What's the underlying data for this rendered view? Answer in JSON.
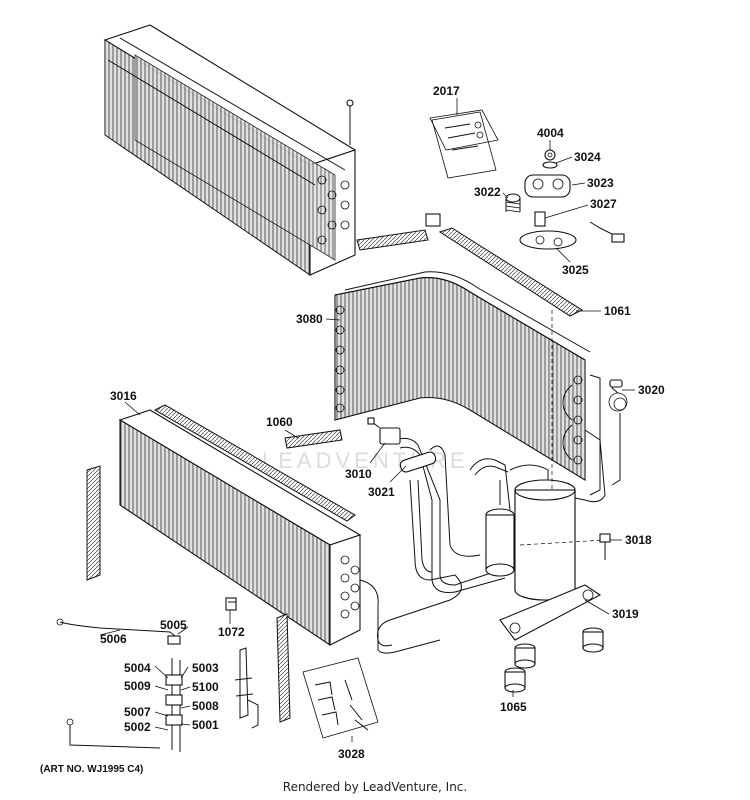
{
  "watermark": "LEADVENTURE",
  "art_number": "(ART NO. WJ1995 C4)",
  "credit": "Rendered by LeadVenture, Inc.",
  "labels": {
    "p2017": "2017",
    "p4004": "4004",
    "p3024": "3024",
    "p3023": "3023",
    "p3022": "3022",
    "p3027": "3027",
    "p3025": "3025",
    "p1061": "1061",
    "p3080": "3080",
    "p3020": "3020",
    "p3016": "3016",
    "p1060": "1060",
    "p3010": "3010",
    "p3021": "3021",
    "p3018": "3018",
    "p3019": "3019",
    "p1072": "1072",
    "p5005": "5005",
    "p5006": "5006",
    "p5004": "5004",
    "p5003": "5003",
    "p5009": "5009",
    "p5100": "5100",
    "p5007": "5007",
    "p5008": "5008",
    "p5002": "5002",
    "p5001": "5001",
    "p1065": "1065",
    "p3028": "3028"
  }
}
